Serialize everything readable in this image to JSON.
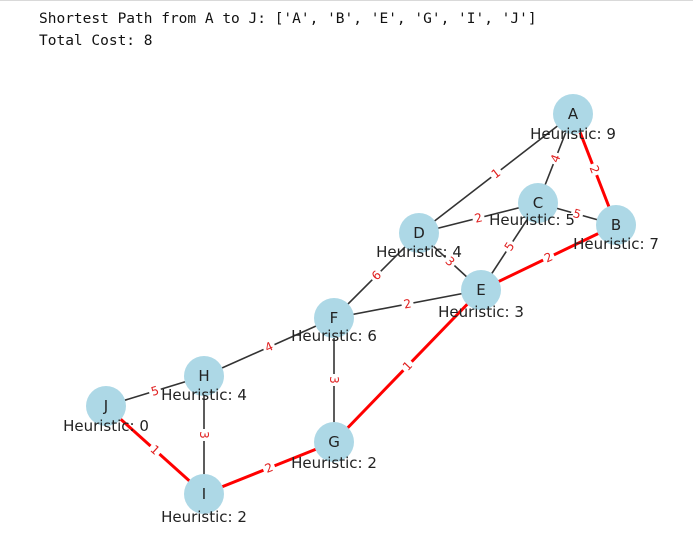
{
  "output": {
    "line1": "Shortest Path from A to J: ['A', 'B', 'E', 'G', 'I', 'J']",
    "line2": "Total Cost: 8"
  },
  "graph": {
    "colors": {
      "node": "#add8e6",
      "edge": "#333333",
      "path": "#ff0000",
      "label": "#e02020"
    },
    "nodes": [
      {
        "id": "A",
        "heuristic_label": "Heuristic: 9"
      },
      {
        "id": "B",
        "heuristic_label": "Heuristic: 7"
      },
      {
        "id": "C",
        "heuristic_label": "Heuristic: 5"
      },
      {
        "id": "D",
        "heuristic_label": "Heuristic: 4"
      },
      {
        "id": "E",
        "heuristic_label": "Heuristic: 3"
      },
      {
        "id": "F",
        "heuristic_label": "Heuristic: 6"
      },
      {
        "id": "G",
        "heuristic_label": "Heuristic: 2"
      },
      {
        "id": "H",
        "heuristic_label": "Heuristic: 4"
      },
      {
        "id": "I",
        "heuristic_label": "Heuristic: 2"
      },
      {
        "id": "J",
        "heuristic_label": "Heuristic: 0"
      }
    ],
    "edges": [
      {
        "from": "A",
        "to": "D",
        "weight": "1",
        "on_path": false
      },
      {
        "from": "A",
        "to": "C",
        "weight": "4",
        "on_path": false
      },
      {
        "from": "A",
        "to": "B",
        "weight": "2",
        "on_path": true
      },
      {
        "from": "C",
        "to": "B",
        "weight": "5",
        "on_path": false
      },
      {
        "from": "D",
        "to": "C",
        "weight": "2",
        "on_path": false
      },
      {
        "from": "C",
        "to": "E",
        "weight": "5",
        "on_path": false
      },
      {
        "from": "B",
        "to": "E",
        "weight": "2",
        "on_path": true
      },
      {
        "from": "D",
        "to": "E",
        "weight": "3",
        "on_path": false
      },
      {
        "from": "D",
        "to": "F",
        "weight": "6",
        "on_path": false
      },
      {
        "from": "F",
        "to": "E",
        "weight": "2",
        "on_path": false
      },
      {
        "from": "F",
        "to": "H",
        "weight": "4",
        "on_path": false
      },
      {
        "from": "F",
        "to": "G",
        "weight": "3",
        "on_path": false
      },
      {
        "from": "E",
        "to": "G",
        "weight": "1",
        "on_path": true
      },
      {
        "from": "H",
        "to": "J",
        "weight": "5",
        "on_path": false
      },
      {
        "from": "H",
        "to": "I",
        "weight": "3",
        "on_path": false
      },
      {
        "from": "G",
        "to": "I",
        "weight": "2",
        "on_path": true
      },
      {
        "from": "I",
        "to": "J",
        "weight": "1",
        "on_path": true
      }
    ]
  }
}
